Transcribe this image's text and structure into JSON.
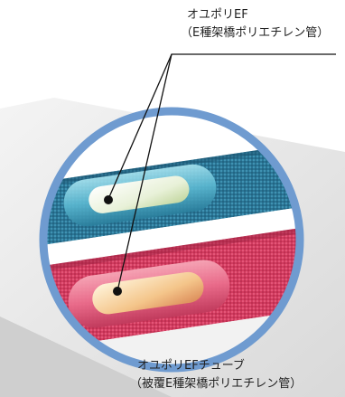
{
  "callout_top": {
    "name": "オユポリEF",
    "description": "（E種架橋ポリエチレン管）"
  },
  "callout_bottom": {
    "name": "オユポリEFチューブ",
    "description": "（被覆E種架橋ポリエチレン管）"
  },
  "colors": {
    "ring": "#6f9bd0",
    "blue_pipe": "#2e7f9c",
    "red_pipe": "#e0456a",
    "leader": "#111111"
  }
}
